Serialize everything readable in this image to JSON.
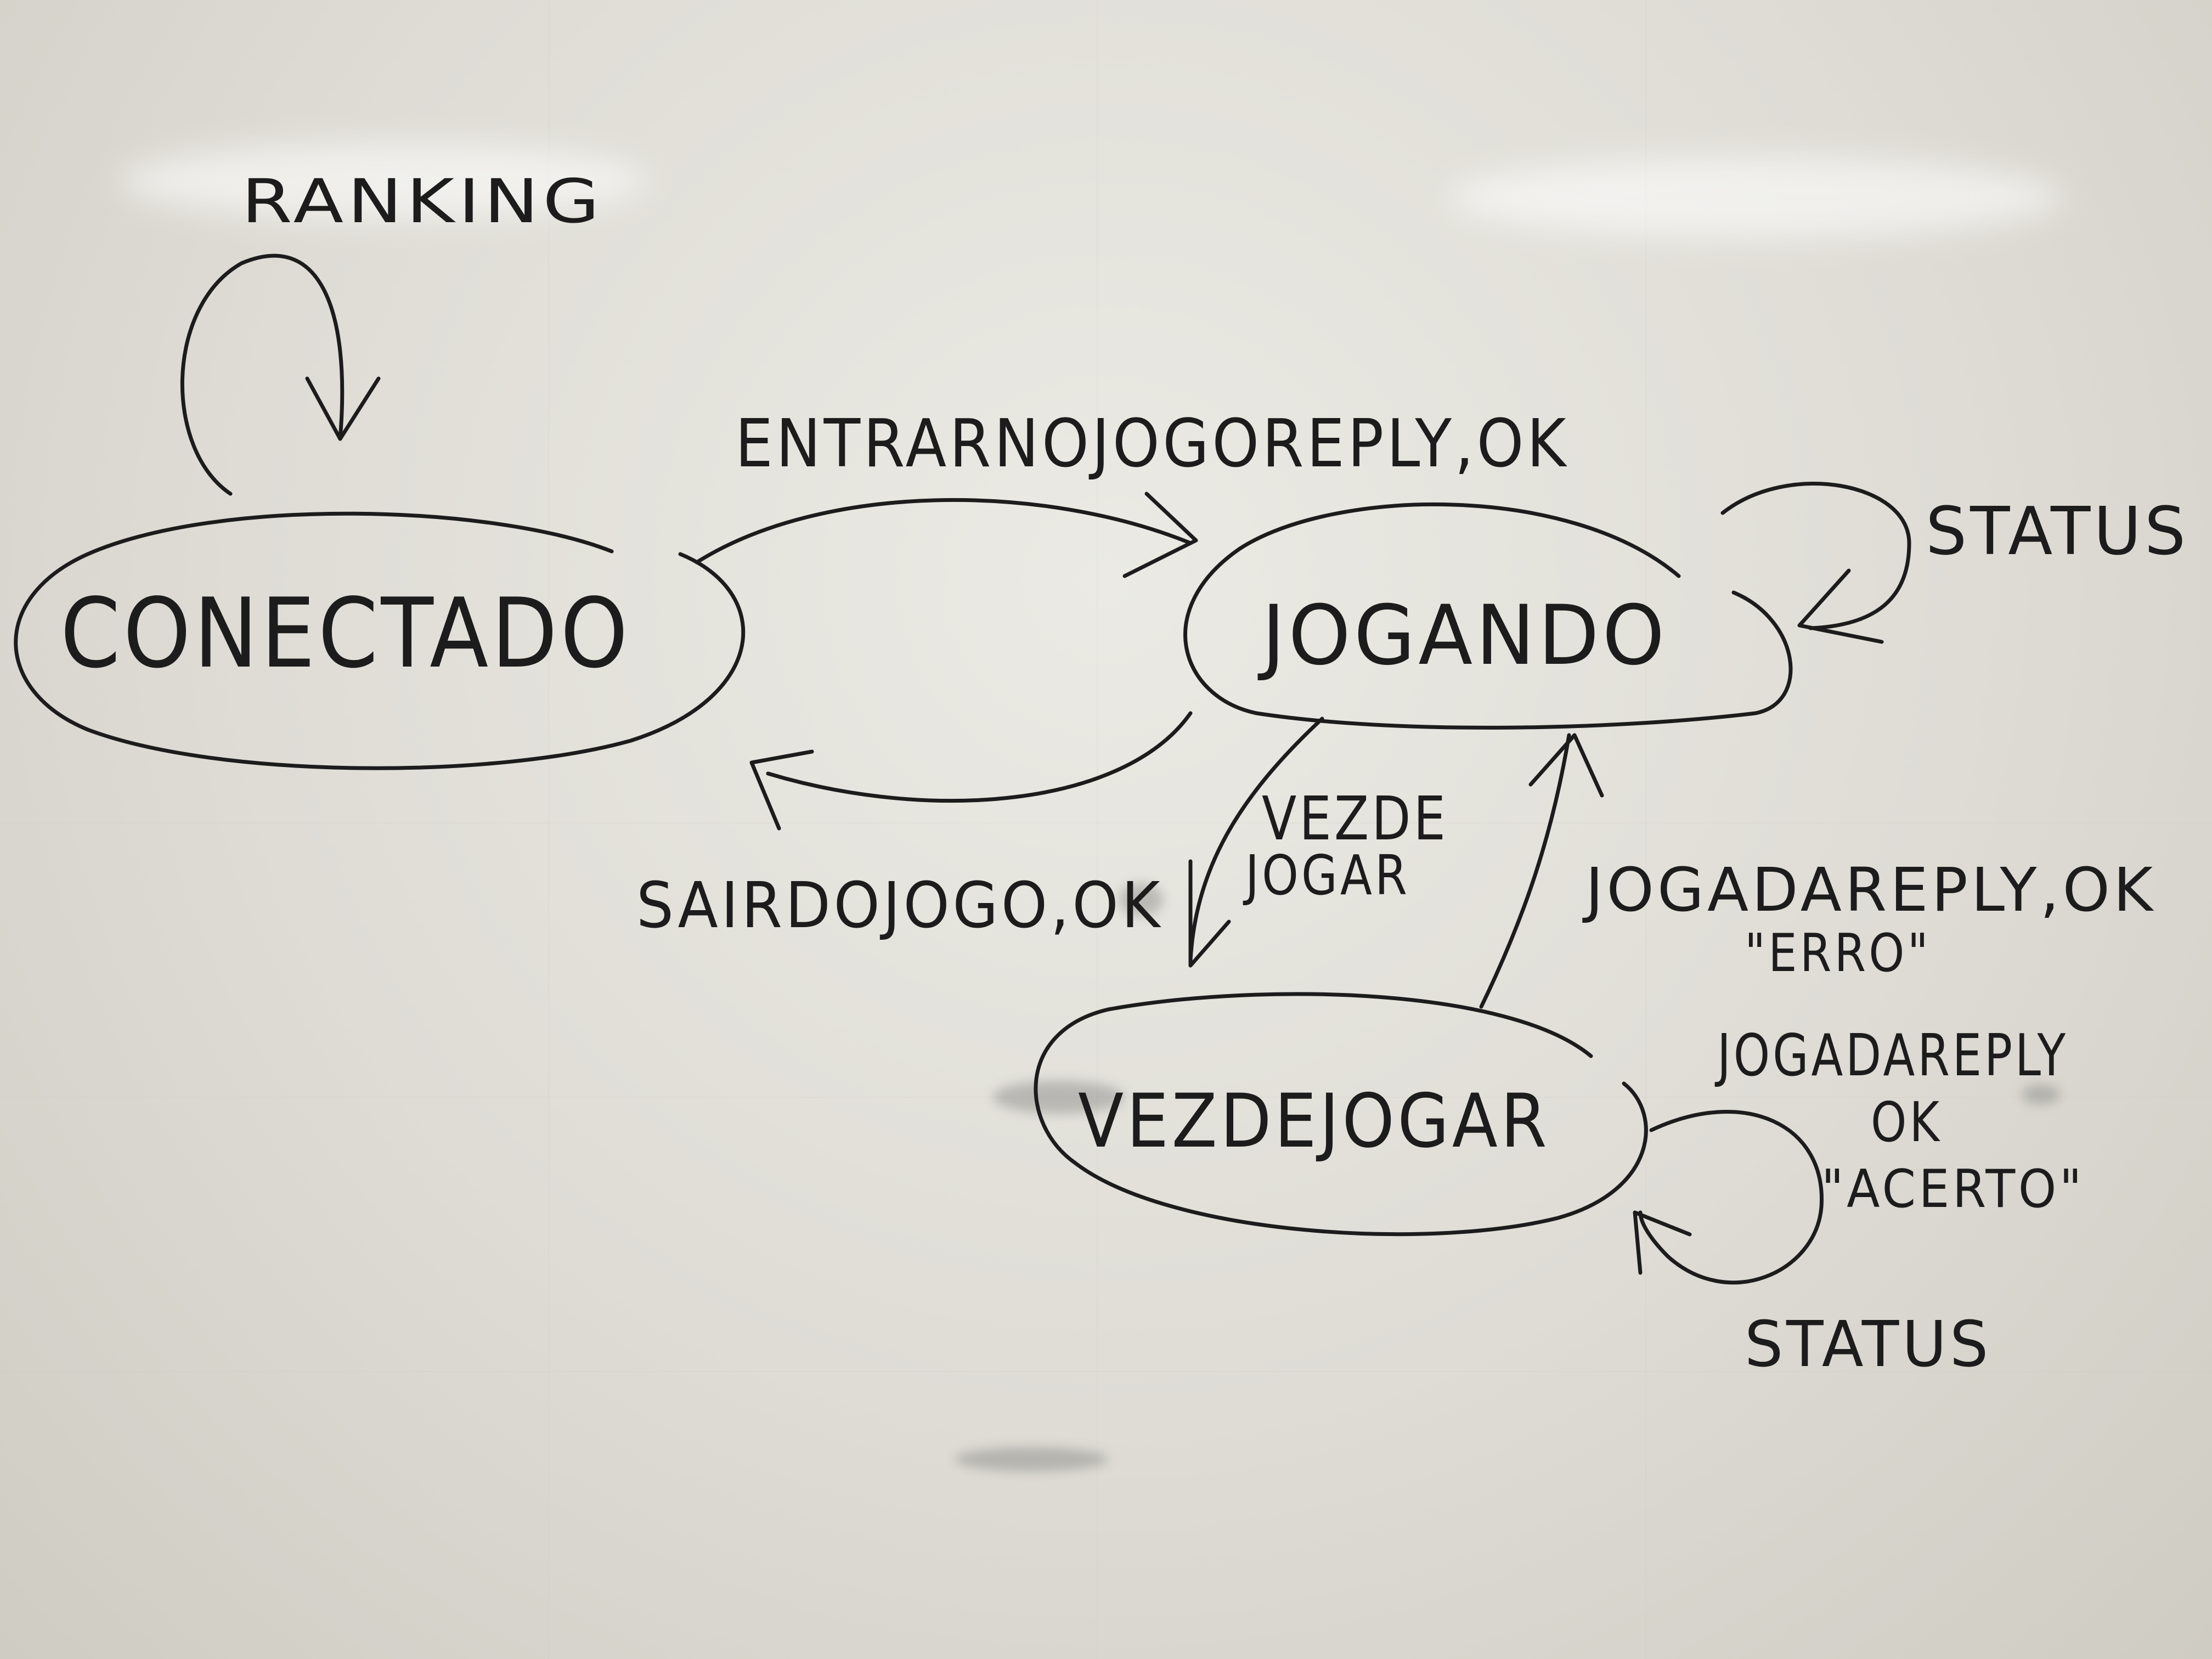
{
  "states": {
    "conectado": "CONECTADO",
    "jogando": "JOGANDO",
    "vez_de_jogar": "VEZDEJOGAR"
  },
  "transitions": {
    "ranking": "RANKING",
    "entrar_no_jogo": "ENTRARNOJOGOREPLY,OK",
    "sair_do_jogo": "SAIRDOJOGO,OK",
    "status_jogando": "STATUS",
    "vez_de_jogar_line1": "VEZDE",
    "vez_de_jogar_line2": "JOGAR",
    "jogada_reply_ok": "JOGADAREPLY,OK",
    "jogada_reply_erro": "\"ERRO\"",
    "jogada_reply_self_line1": "JOGADAREPLY",
    "jogada_reply_self_line2": "OK",
    "jogada_reply_self_line3": "\"ACERTO\"",
    "status_vez": "STATUS"
  }
}
